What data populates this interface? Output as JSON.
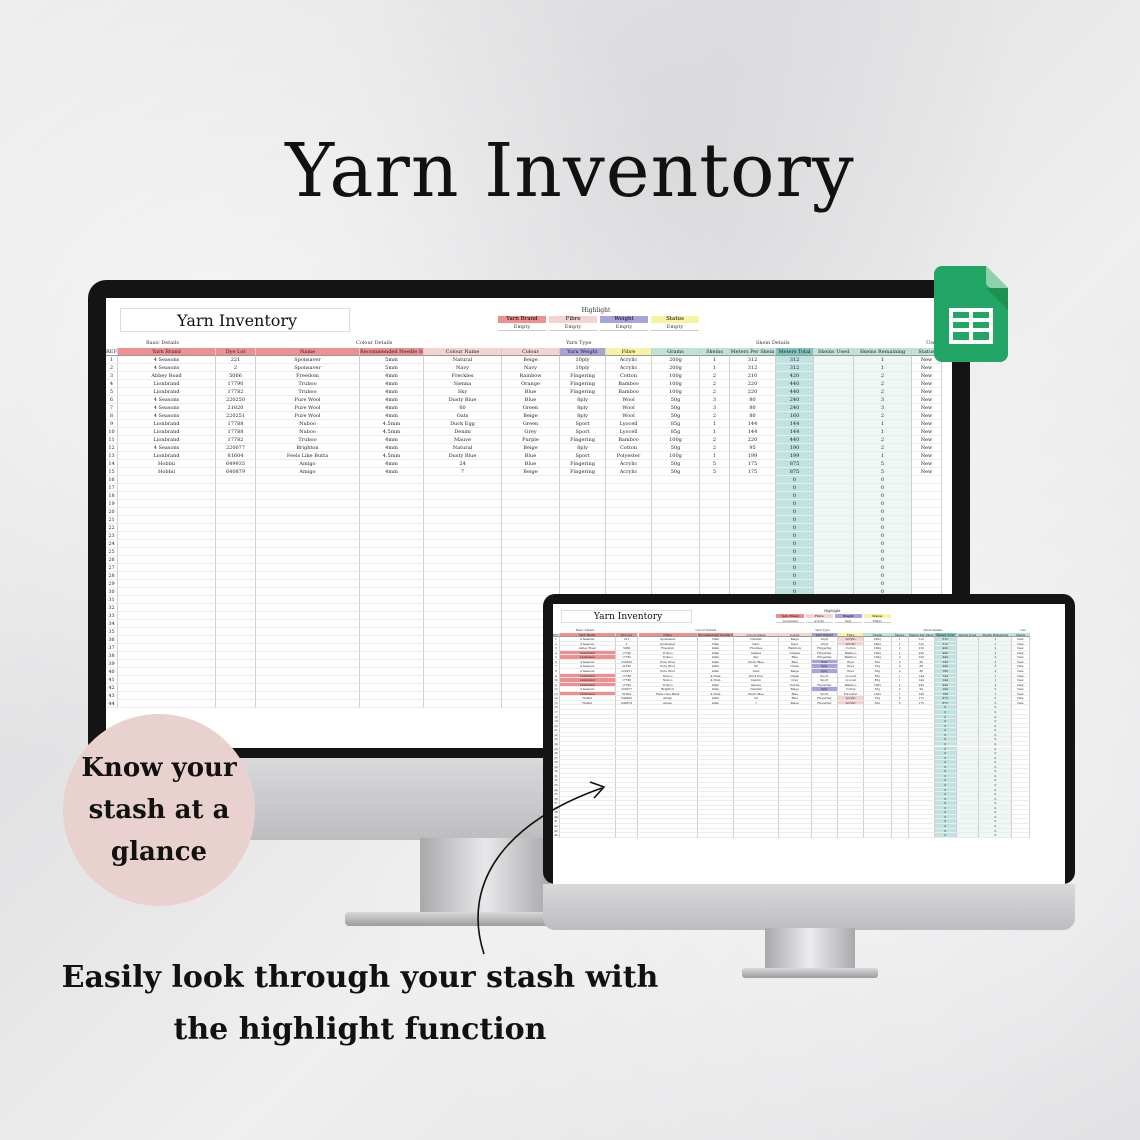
{
  "headline": "Yarn Inventory",
  "badge_text": "Know your stash at a glance",
  "caption_lines": [
    "Easily look through your stash with",
    "the highlight function"
  ],
  "sheet": {
    "title": "Yarn Inventory",
    "highlight_label": "Highlight",
    "highlight_chips": [
      {
        "label": "Yarn Brand",
        "color": "#f08f8f",
        "value": "Empty"
      },
      {
        "label": "Fibre",
        "color": "#f6d3d3",
        "value": "Empty"
      },
      {
        "label": "Weight",
        "color": "#a7a4dc",
        "value": "Empty"
      },
      {
        "label": "Status",
        "color": "#f6f3a3",
        "value": "Empty"
      }
    ],
    "sections": [
      "Basic Details",
      "Colour Details",
      "Yarn Type",
      "Skein Details",
      "Use"
    ],
    "columns": [
      {
        "label": "REF",
        "color": "#ffffff"
      },
      {
        "label": "Yarn Brand",
        "color": "#f08f8f"
      },
      {
        "label": "Dye Lot",
        "color": "#f08f8f"
      },
      {
        "label": "Name",
        "color": "#f08f8f"
      },
      {
        "label": "Recommended Needle Size",
        "color": "#f08f8f"
      },
      {
        "label": "Colour Name",
        "color": "#f6d3d3"
      },
      {
        "label": "Colour",
        "color": "#f6d3d3"
      },
      {
        "label": "Yarn Weight",
        "color": "#a7a4dc"
      },
      {
        "label": "Fibre",
        "color": "#f6f3a3"
      },
      {
        "label": "Grams",
        "color": "#bfe3d8"
      },
      {
        "label": "Skeins",
        "color": "#bfe3d8"
      },
      {
        "label": "Meters Per Skein",
        "color": "#bfe3d8"
      },
      {
        "label": "Meters Total",
        "color": "#7fc5c0"
      },
      {
        "label": "Skeins Used",
        "color": "#bfe3d8"
      },
      {
        "label": "Skeins Remaining",
        "color": "#bfe3d8"
      },
      {
        "label": "Status",
        "color": "#bfe3d8"
      }
    ],
    "rows": [
      [
        "1",
        "4 Seasons",
        "221",
        "Sponsaver",
        "5mm",
        "Natural",
        "Beige",
        "10ply",
        "Acrylic",
        "200g",
        "1",
        "312",
        "312",
        "",
        "1",
        "New"
      ],
      [
        "2",
        "4 Seasons",
        "2",
        "Sponsaver",
        "5mm",
        "Navy",
        "Navy",
        "10ply",
        "Acrylic",
        "200g",
        "1",
        "312",
        "312",
        "",
        "1",
        "New"
      ],
      [
        "3",
        "Abbey Road",
        "5066",
        "Freedom",
        "4mm",
        "Freckles",
        "Rainbow",
        "Fingering",
        "Cotton",
        "100g",
        "2",
        "210",
        "420",
        "",
        "2",
        "New"
      ],
      [
        "4",
        "Lionbrand",
        "17790",
        "Truboo",
        "4mm",
        "Sienna",
        "Orange",
        "Fingering",
        "Bamboo",
        "100g",
        "2",
        "220",
        "440",
        "",
        "2",
        "New"
      ],
      [
        "5",
        "Lionbrand",
        "17782",
        "Truboo",
        "4mm",
        "Sky",
        "Blue",
        "Fingering",
        "Bamboo",
        "100g",
        "2",
        "220",
        "440",
        "",
        "2",
        "New"
      ],
      [
        "6",
        "4 Seasons",
        "220250",
        "Pure Wool",
        "4mm",
        "Dusty Blue",
        "Blue",
        "8ply",
        "Wool",
        "50g",
        "3",
        "80",
        "240",
        "",
        "3",
        "New"
      ],
      [
        "7",
        "4 Seasons",
        "21820",
        "Pure Wool",
        "4mm",
        "60",
        "Green",
        "8ply",
        "Wool",
        "50g",
        "3",
        "80",
        "240",
        "",
        "3",
        "New"
      ],
      [
        "8",
        "4 Seasons",
        "220251",
        "Pure Wool",
        "4mm",
        "Oats",
        "Beige",
        "8ply",
        "Wool",
        "50g",
        "2",
        "80",
        "160",
        "",
        "2",
        "New"
      ],
      [
        "9",
        "Lionbrand",
        "17788",
        "Nuboo",
        "4.5mm",
        "Duck Egg",
        "Green",
        "Sport",
        "Lyocell",
        "85g",
        "1",
        "144",
        "144",
        "",
        "1",
        "New"
      ],
      [
        "10",
        "Lionbrand",
        "17788",
        "Nuboo",
        "4.5mm",
        "Denim",
        "Grey",
        "Sport",
        "Lyocell",
        "85g",
        "1",
        "144",
        "144",
        "",
        "1",
        "New"
      ],
      [
        "11",
        "Lionbrand",
        "17782",
        "Truboo",
        "4mm",
        "Mauve",
        "Purple",
        "Fingering",
        "Bamboo",
        "100g",
        "2",
        "220",
        "440",
        "",
        "2",
        "New"
      ],
      [
        "12",
        "4 Seasons",
        "220077",
        "Brighton",
        "4mm",
        "Natural",
        "Beige",
        "8ply",
        "Cotton",
        "50g",
        "2",
        "95",
        "190",
        "",
        "2",
        "New"
      ],
      [
        "13",
        "Lionbrand",
        "81604",
        "Feels Like Butta",
        "4.5mm",
        "Dusty Blue",
        "Blue",
        "Sport",
        "Polyester",
        "100g",
        "1",
        "199",
        "199",
        "",
        "1",
        "New"
      ],
      [
        "14",
        "Hobbii",
        "649935",
        "Amigo",
        "4mm",
        "24",
        "Blue",
        "Fingering",
        "Acrylic",
        "50g",
        "5",
        "175",
        "875",
        "",
        "5",
        "New"
      ],
      [
        "15",
        "Hobbii",
        "640879",
        "Amigo",
        "4mm",
        "7",
        "Beige",
        "Fingering",
        "Acrylic",
        "50g",
        "5",
        "175",
        "875",
        "",
        "5",
        "New"
      ]
    ],
    "empty_row_count": 29,
    "empty_meters_total": "0",
    "small_highlight_values": [
      "Lionbrand",
      "Acrylic",
      "8ply",
      "Empty"
    ]
  },
  "colors": {
    "sheets_green": "#23a566",
    "sheets_dark_green": "#188038",
    "badge_pink": "#e9d1cf"
  }
}
